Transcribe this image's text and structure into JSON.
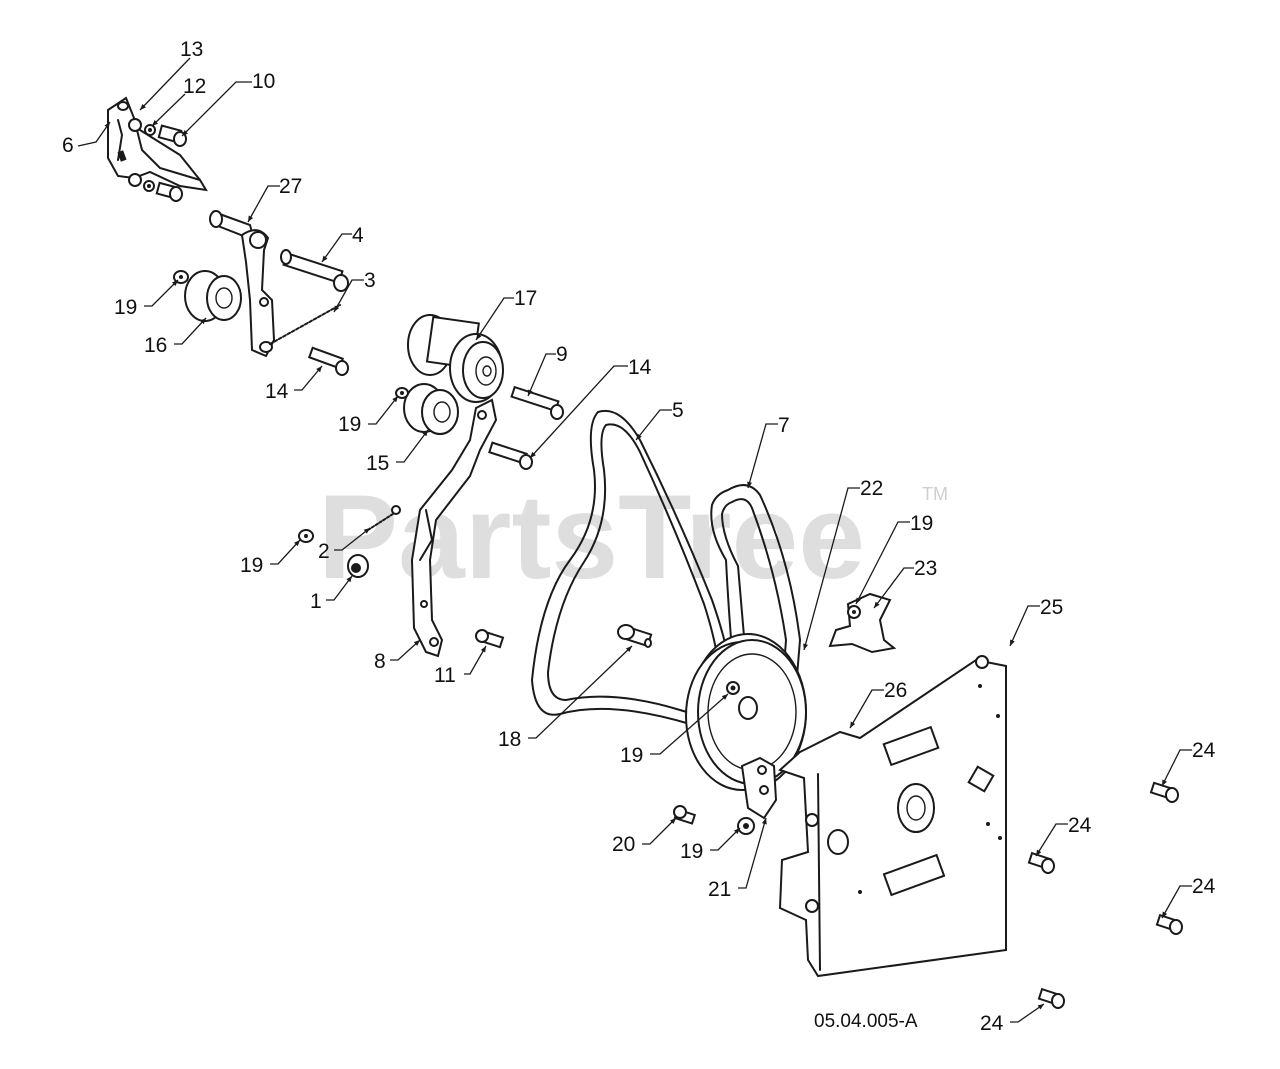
{
  "watermark": {
    "text": "PartsTree",
    "tm": "TM"
  },
  "drawing_code": "05.04.005-A",
  "callouts": [
    {
      "id": "c13",
      "label": "13"
    },
    {
      "id": "c12",
      "label": "12"
    },
    {
      "id": "c10",
      "label": "10"
    },
    {
      "id": "c6",
      "label": "6"
    },
    {
      "id": "c27",
      "label": "27"
    },
    {
      "id": "c4",
      "label": "4"
    },
    {
      "id": "c3",
      "label": "3"
    },
    {
      "id": "c19a",
      "label": "19"
    },
    {
      "id": "c16",
      "label": "16"
    },
    {
      "id": "c17",
      "label": "17"
    },
    {
      "id": "c14a",
      "label": "14"
    },
    {
      "id": "c9",
      "label": "9"
    },
    {
      "id": "c14b",
      "label": "14"
    },
    {
      "id": "c19b",
      "label": "19"
    },
    {
      "id": "c15",
      "label": "15"
    },
    {
      "id": "c5",
      "label": "5"
    },
    {
      "id": "c7",
      "label": "7"
    },
    {
      "id": "c22",
      "label": "22"
    },
    {
      "id": "c19c",
      "label": "19"
    },
    {
      "id": "c2",
      "label": "2"
    },
    {
      "id": "c19d",
      "label": "19"
    },
    {
      "id": "c23",
      "label": "23"
    },
    {
      "id": "c1",
      "label": "1"
    },
    {
      "id": "c25",
      "label": "25"
    },
    {
      "id": "c8",
      "label": "8"
    },
    {
      "id": "c11",
      "label": "11"
    },
    {
      "id": "c26",
      "label": "26"
    },
    {
      "id": "c18",
      "label": "18"
    },
    {
      "id": "c19e",
      "label": "19"
    },
    {
      "id": "c24a",
      "label": "24"
    },
    {
      "id": "c24b",
      "label": "24"
    },
    {
      "id": "c20",
      "label": "20"
    },
    {
      "id": "c19f",
      "label": "19"
    },
    {
      "id": "c21",
      "label": "21"
    },
    {
      "id": "c24c",
      "label": "24"
    },
    {
      "id": "c24d",
      "label": "24"
    }
  ]
}
